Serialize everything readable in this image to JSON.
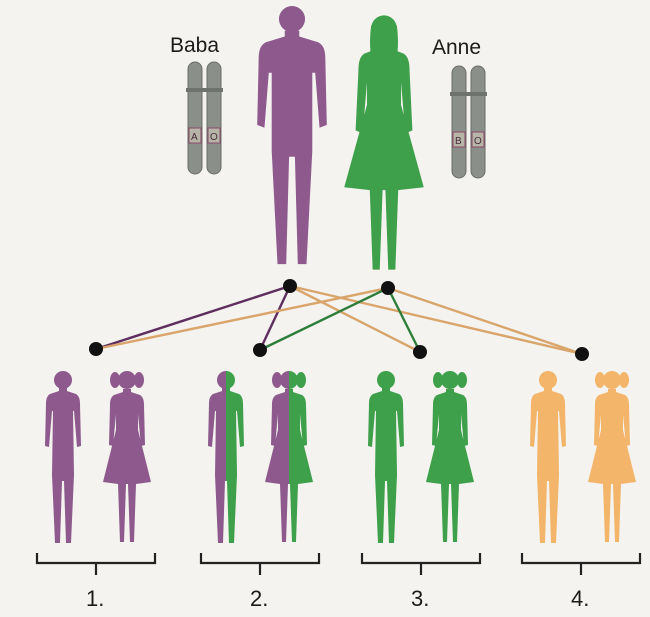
{
  "parents": {
    "father": {
      "label": "Baba",
      "color": "#8e5a8e",
      "alleles": [
        "A",
        "O"
      ]
    },
    "mother": {
      "label": "Anne",
      "color": "#3ea04a",
      "alleles": [
        "B",
        "O"
      ]
    }
  },
  "children_groups": [
    {
      "number": "1.",
      "colors": [
        "#8e5a8e"
      ]
    },
    {
      "number": "2.",
      "colors": [
        "#8e5a8e",
        "#3ea04a"
      ]
    },
    {
      "number": "3.",
      "colors": [
        "#3ea04a"
      ]
    },
    {
      "number": "4.",
      "colors": [
        "#f2b56a"
      ]
    }
  ],
  "colors": {
    "line_purple": "#5e2f5e",
    "line_green": "#2e7d3a",
    "line_peach": "#d9a56b",
    "node": "#111111",
    "bracket": "#222222"
  }
}
